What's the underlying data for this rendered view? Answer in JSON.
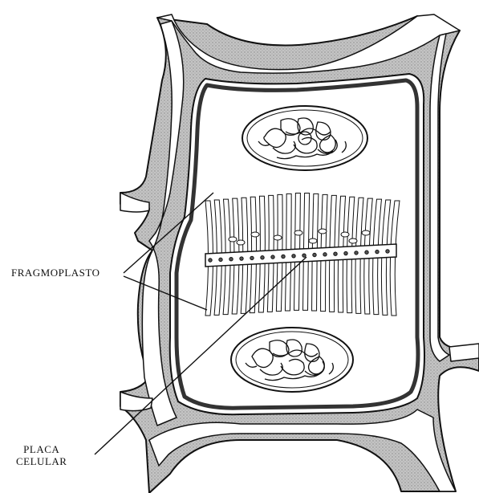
{
  "labels": {
    "fragmoplasto": "FRAGMOPLASTO",
    "placa_line1": "PLACA",
    "placa_line2": "CELULAR"
  },
  "colors": {
    "ink": "#111111",
    "wall_shade": "#b8b8b8",
    "background": "#ffffff"
  }
}
